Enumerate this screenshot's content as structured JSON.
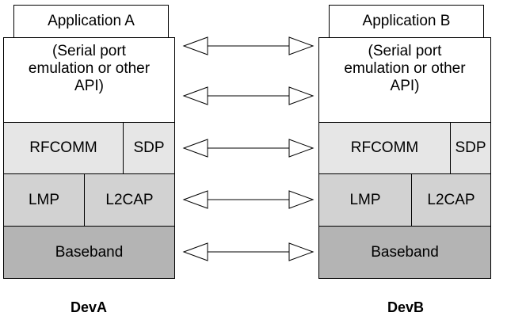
{
  "deviceA": {
    "application": "Application A",
    "api": "(Serial port\nemulation or other\nAPI)",
    "rfcomm": "RFCOMM",
    "sdp": "SDP",
    "lmp": "LMP",
    "l2cap": "L2CAP",
    "baseband": "Baseband",
    "label": "DevA"
  },
  "deviceB": {
    "application": "Application B",
    "api": "(Serial port\nemulation or other\nAPI)",
    "rfcomm": "RFCOMM",
    "sdp": "SDP",
    "lmp": "LMP",
    "l2cap": "L2CAP",
    "baseband": "Baseband",
    "label": "DevB"
  },
  "colors": {
    "layer_light": "#e6e6e6",
    "layer_mid": "#d2d2d2",
    "layer_dark": "#b4b4b4"
  },
  "icons": [
    "double-headed-arrow"
  ]
}
